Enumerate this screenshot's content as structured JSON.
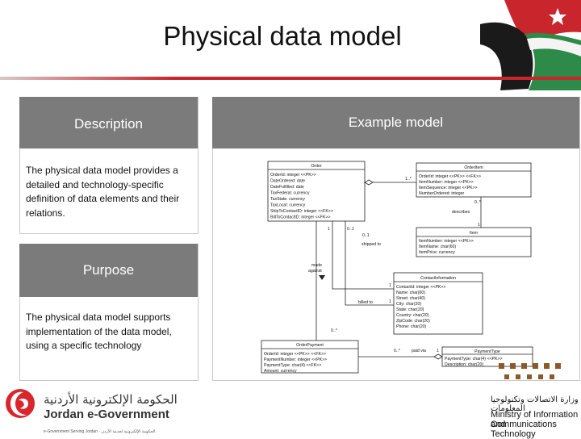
{
  "slide": {
    "title": "Physical data model"
  },
  "left_column": {
    "description_header": "Description",
    "description_text": "The physical data model provides a detailed and technology-specific definition of data elements and their relations.",
    "purpose_header": "Purpose",
    "purpose_text": "The physical data model supports implementation of the data model, using a specific technology"
  },
  "right_column": {
    "header": "Example model"
  },
  "diagram": {
    "order": {
      "title": "Order",
      "attributes": [
        "OrderId: integer <<PK>>",
        "DateOrdered: date",
        "DateFulfilled: date",
        "TaxFederal: currency",
        "TaxState: currency",
        "TaxLocal: currency",
        "ShipToContactID: integer <<FK>>",
        "BillToContactID: integer <<FK>>"
      ]
    },
    "order_item": {
      "title": "OrderItem",
      "attributes": [
        "OrderId: integer <<PK>> <<FK>>",
        "ItemNumber: integer <<PK>>",
        "ItemSequence: integer <<PK>>",
        "NumberOrdered: integer"
      ]
    },
    "item": {
      "title": "Item",
      "attributes": [
        "ItemNumber: integer <<PK>>",
        "ItemName: char(60)",
        "ItemPrice: currency"
      ]
    },
    "contact_information": {
      "title": "ContactInformation",
      "attributes": [
        "ContactId: integer <<PK>>",
        "Name: char(60)",
        "Street: char(40)",
        "City: char(20)",
        "State: char(20)",
        "Country: char(20)",
        "ZipCode: char(20)",
        "Phone: char(20)"
      ]
    },
    "order_payment": {
      "title": "OrderPayment",
      "attributes": [
        "OrderId: integer <<PK>> <<FK>>",
        "PaymentNumber: integer <<PK>>",
        "PaymentType: char(4) <<FK>>",
        "Amount: currency"
      ]
    },
    "payment_type": {
      "title": "PaymentType",
      "attributes": [
        "PaymentType: char(4) <<PK>>",
        "Description: char(20)"
      ]
    },
    "labels": {
      "order_orderitem_mult": "1..*",
      "orderitem_item_top": "0..*",
      "describes": "describes",
      "item_mult": "1",
      "ship_mult_a": "1",
      "ship_mult_b": "0..1",
      "ship_mult_c": "0..1",
      "shipped_to": "shipped to",
      "made": "made",
      "against": "against",
      "contact_mult_1": "1",
      "contact_mult_2": "1",
      "billed_to": "billed to",
      "payment_mult": "0..*",
      "paid_via_mult_a": "0..*",
      "paid_via": "paid via",
      "paid_via_mult_b": "1"
    }
  },
  "footer": {
    "jeg_arabic": "الحكومة الإلكترونية الأردنية",
    "jeg_english": "Jordan e-Government",
    "jeg_tagline": "e-Government Serving Jordan · الحكومة الإلكترونية لخدمة الأردن",
    "mict_arabic": "وزارة الاتصالات وتكنولوجيا المعلومات",
    "mict_english_1": "Ministry of Information and",
    "mict_english_2": "Communications Technology"
  },
  "colors": {
    "header_gray": "#7b7b7b",
    "accent_red": "#c9252c",
    "flag_green": "#1f7a3a",
    "flag_black": "#1a1a1a"
  }
}
